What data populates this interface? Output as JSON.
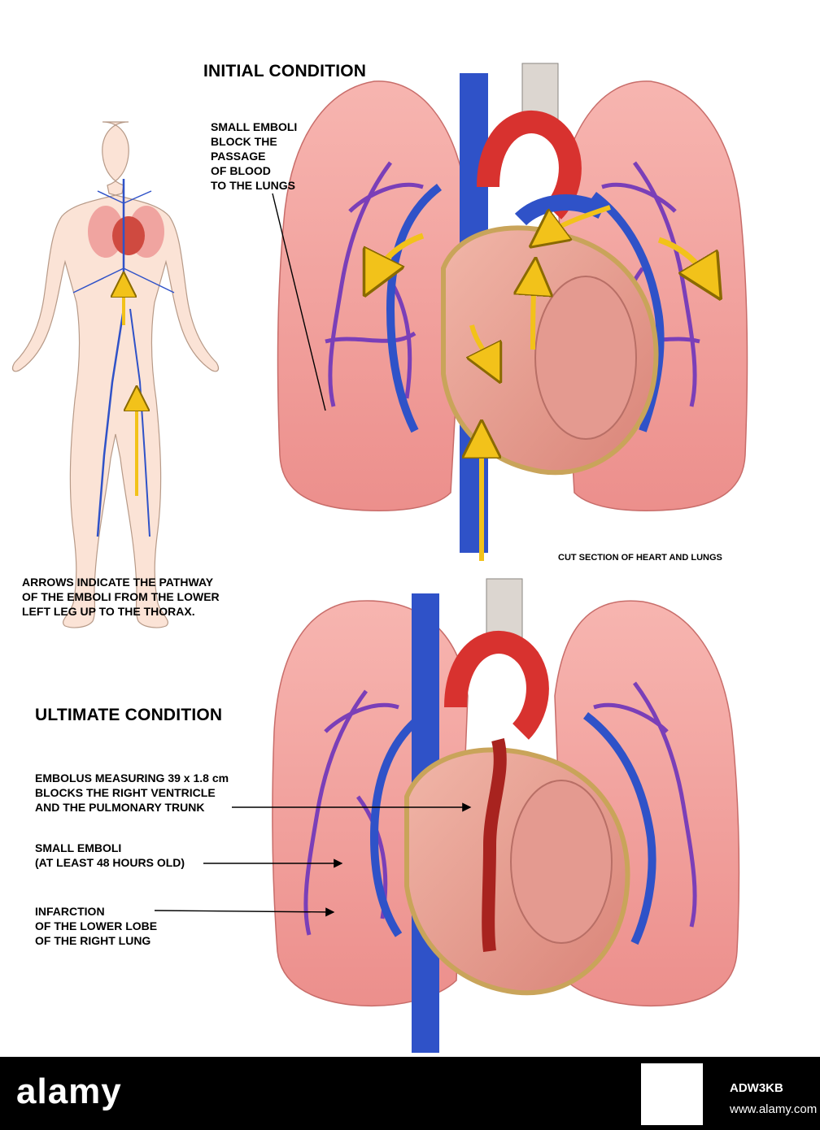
{
  "titles": {
    "initial": "INITIAL CONDITION",
    "ultimate": "ULTIMATE CONDITION"
  },
  "labels": {
    "small_emboli_block": "SMALL EMBOLI\nBLOCK THE\nPASSAGE\nOF BLOOD\nTO THE LUNGS",
    "arrows_indicate": "ARROWS INDICATE THE PATHWAY\nOF THE EMBOLI FROM THE LOWER\nLEFT LEG UP TO THE THORAX.",
    "cut_section": "CUT SECTION OF HEART AND LUNGS",
    "embolus_measuring": "EMBOLUS MEASURING 39 x 1.8 cm\nBLOCKS THE RIGHT VENTRICLE\nAND THE PULMONARY TRUNK",
    "small_emboli_old": "SMALL EMBOLI\n(AT LEAST 48 HOURS OLD)",
    "infarction": "INFARCTION\nOF THE LOWER LOBE\nOF THE RIGHT LUNG"
  },
  "footer": {
    "brand": "alamy",
    "image_id": "ADW3KB",
    "url": "www.alamy.com"
  },
  "colors": {
    "lung": "#f3a7a3",
    "vein": "#2f52c8",
    "artery_purple": "#7a3fb8",
    "aorta": "#d8322f",
    "arrow": "#f2c21a",
    "body": "#fbe3d6"
  }
}
